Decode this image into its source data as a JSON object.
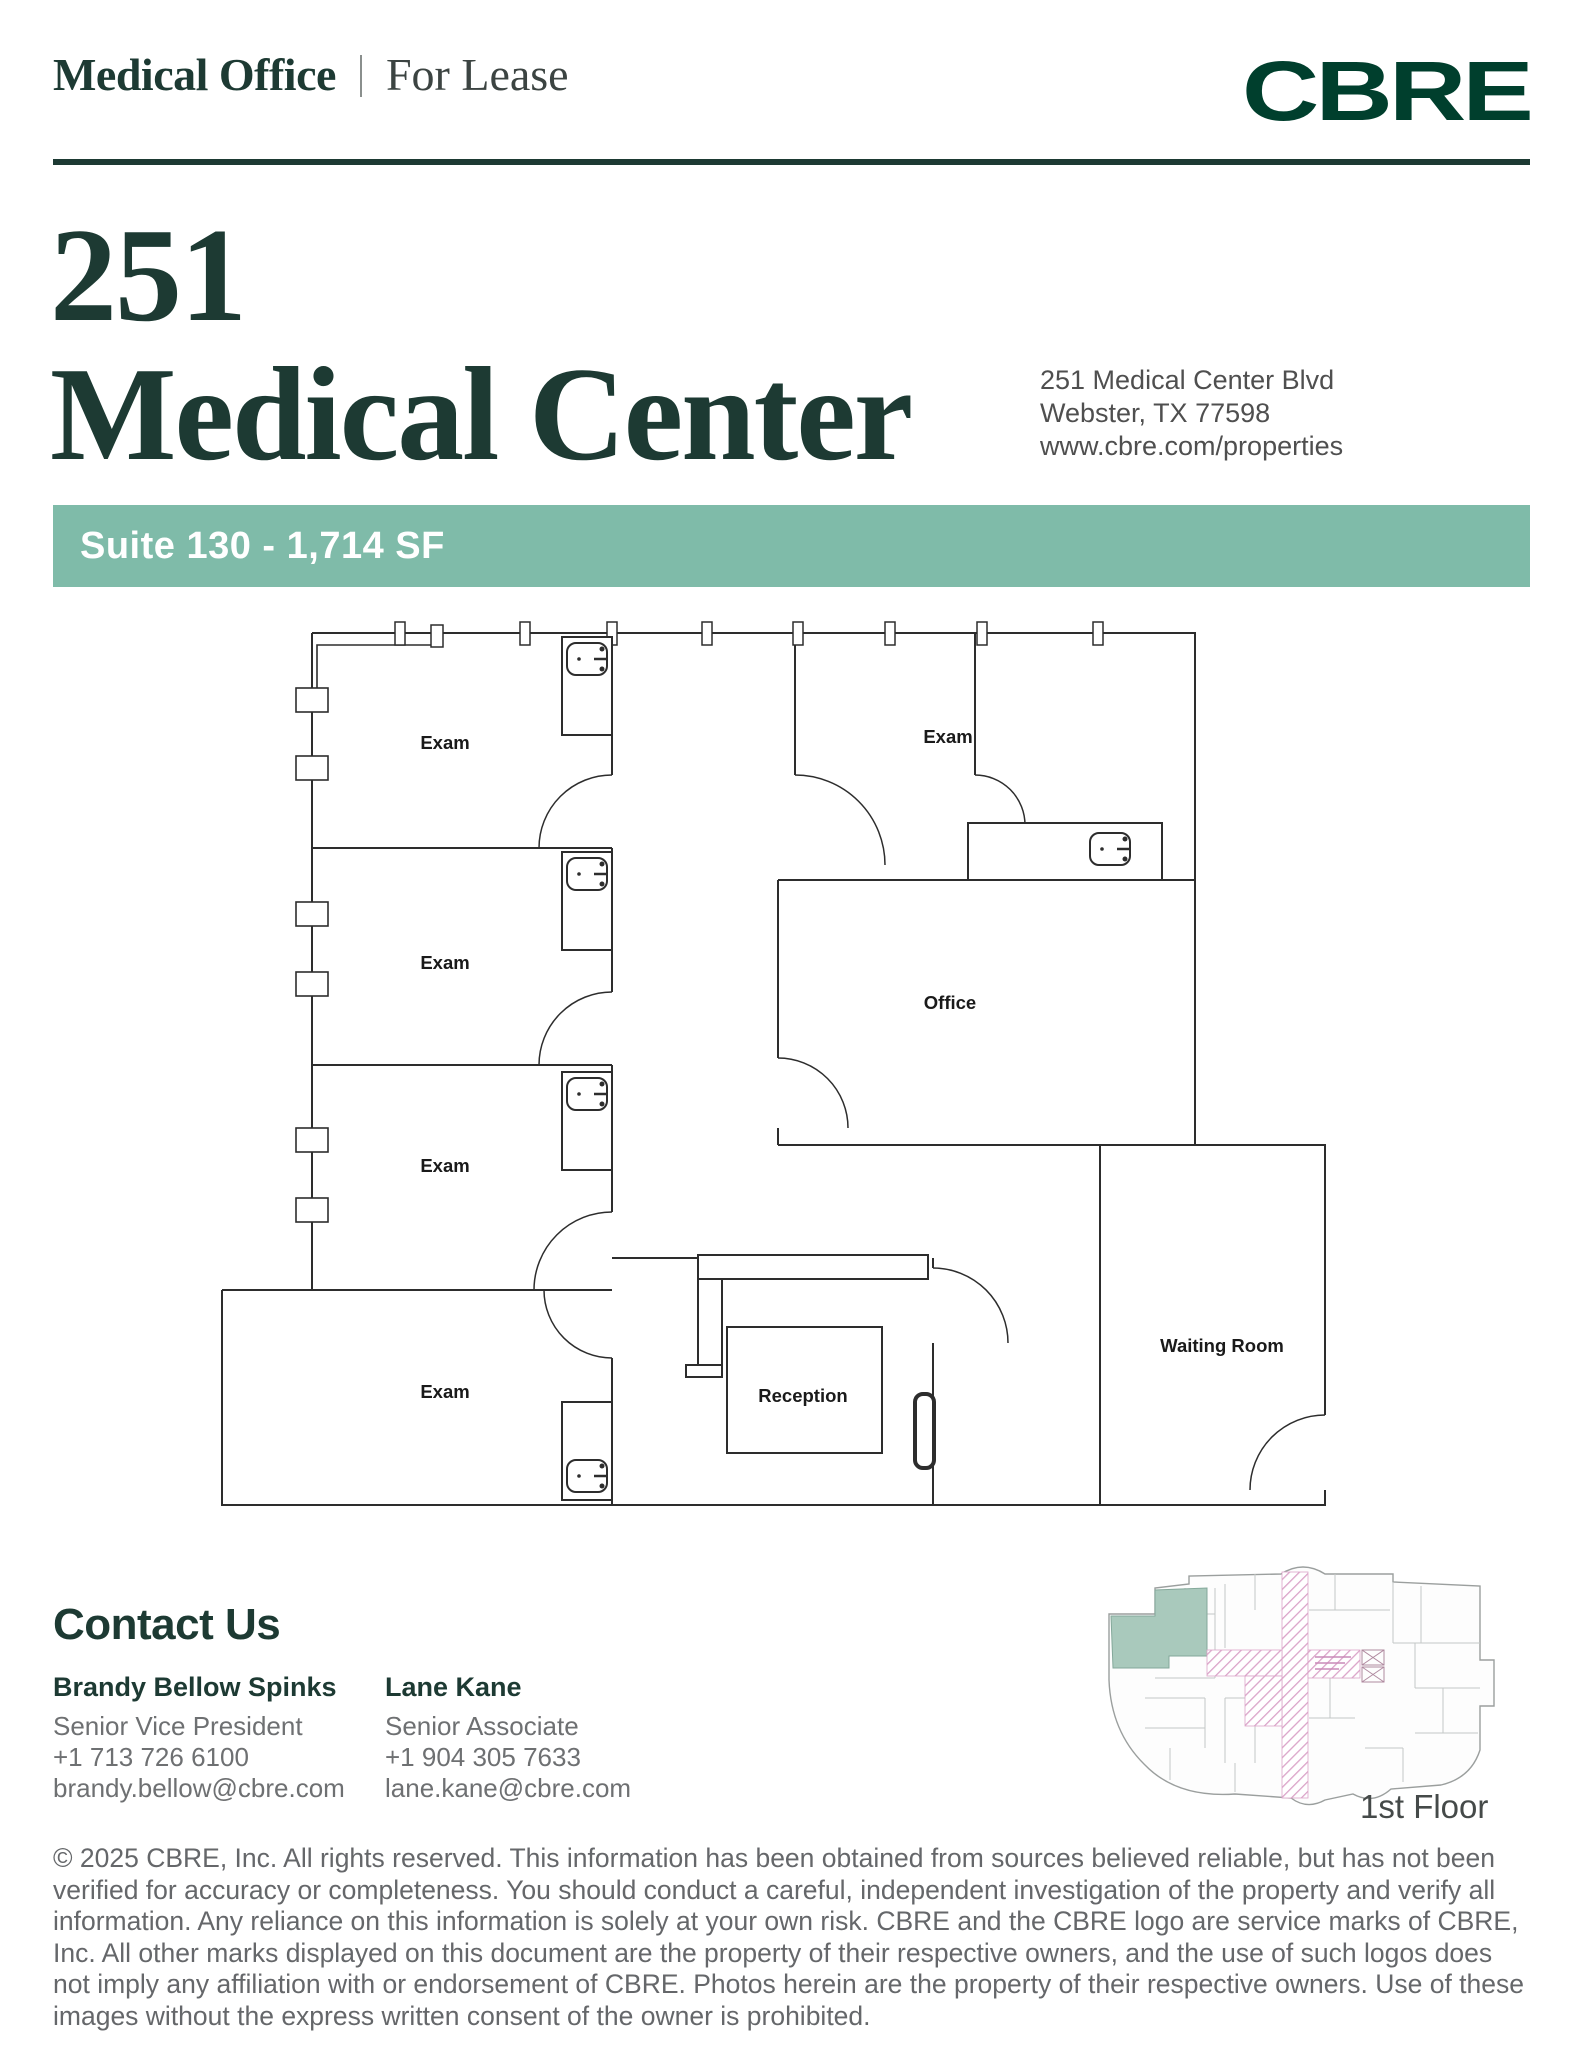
{
  "header": {
    "category": "Medical Office",
    "divider": "|",
    "status": "For Lease",
    "brand": "CBRE"
  },
  "property": {
    "title_line1": "251",
    "title_line2": "Medical Center",
    "address_line1": "251 Medical Center Blvd",
    "address_line2": "Webster, TX 77598",
    "website": "www.cbre.com/properties"
  },
  "suite_banner": {
    "label": "Suite 130 - 1,714 SF",
    "background": "#7FBBA9",
    "text_color": "#FFFFFF"
  },
  "floor_plan": {
    "rooms": [
      {
        "id": "exam-1",
        "label": "Exam"
      },
      {
        "id": "exam-2",
        "label": "Exam"
      },
      {
        "id": "exam-3",
        "label": "Exam"
      },
      {
        "id": "exam-4",
        "label": "Exam"
      },
      {
        "id": "exam-right",
        "label": "Exam"
      },
      {
        "id": "office",
        "label": "Office"
      },
      {
        "id": "reception",
        "label": "Reception"
      },
      {
        "id": "waiting-room",
        "label": "Waiting Room"
      }
    ],
    "floor_label": "1st Floor"
  },
  "contact": {
    "heading": "Contact Us",
    "people": [
      {
        "name": "Brandy Bellow Spinks",
        "title": "Senior Vice President",
        "phone": "+1 713 726 6100",
        "email": "brandy.bellow@cbre.com"
      },
      {
        "name": "Lane Kane",
        "title": "Senior Associate",
        "phone": "+1 904 305 7633",
        "email": "lane.kane@cbre.com"
      }
    ]
  },
  "disclaimer": "© 2025 CBRE, Inc. All rights reserved. This information has been obtained from sources believed reliable, but has not been verified for accuracy or completeness. You should conduct a careful, independent investigation of the property and verify all information. Any reliance on this information is solely at your own risk. CBRE and the CBRE logo are service marks of CBRE, Inc. All other marks displayed on this document are the property of their respective owners, and the use of such logos does not imply any affiliation with or endorsement of CBRE. Photos herein are the property of their respective owners. Use of these images without the express written consent of the owner is prohibited.",
  "colors": {
    "brand_green": "#003F2D",
    "heading_green": "#1D3A33",
    "banner_green": "#7FBBA9",
    "body_gray": "#65676A"
  }
}
